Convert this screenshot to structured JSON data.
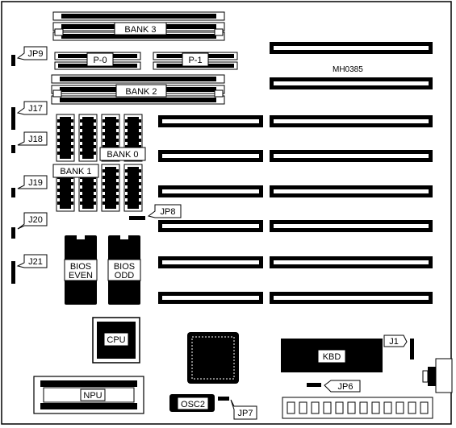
{
  "board": {
    "model": "MH0385"
  },
  "labels": {
    "bank3": "BANK 3",
    "bank2": "BANK 2",
    "bank1": "BANK 1",
    "bank0": "BANK 0",
    "p0": "P-0",
    "p1": "P-1",
    "bios_even_1": "BIOS",
    "bios_even_2": "EVEN",
    "bios_odd_1": "BIOS",
    "bios_odd_2": "ODD",
    "cpu": "CPU",
    "npu": "NPU",
    "kbd": "KBD",
    "osc2": "OSC2"
  },
  "jumpers": {
    "jp9": "JP9",
    "j17": "J17",
    "j18": "J18",
    "j19": "J19",
    "j20": "J20",
    "j21": "J21",
    "jp8": "JP8",
    "j1": "J1",
    "jp6": "JP6",
    "jp7": "JP7"
  }
}
